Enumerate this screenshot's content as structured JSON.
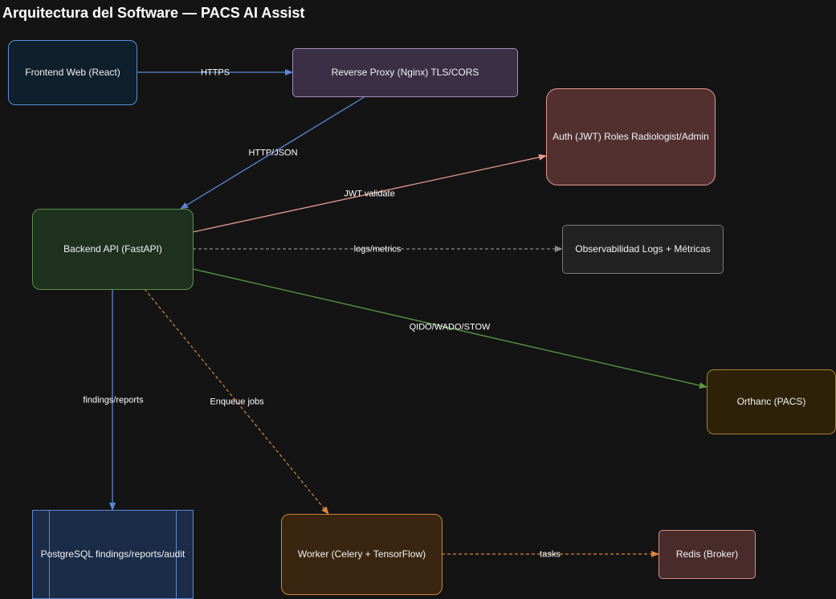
{
  "title": "Arquitectura del Software — PACS AI Assist",
  "nodes": {
    "frontend": "Frontend Web (React)",
    "proxy": "Reverse Proxy (Nginx) TLS/CORS",
    "auth": "Auth (JWT) Roles Radiologist/Admin",
    "backend": "Backend API (FastAPI)",
    "observability": "Observabilidad Logs + Métricas",
    "orthanc": "Orthanc (PACS)",
    "postgres": "PostgreSQL findings/reports/audit",
    "worker": "Worker (Celery + TensorFlow)",
    "redis": "Redis (Broker)"
  },
  "edges": {
    "https": "HTTPS",
    "http_json": "HTTP/JSON",
    "jwt_validate": "JWT validate",
    "logs_metrics": "logs/metrics",
    "qido": "QIDO/WADO/STOW",
    "findings": "findings/reports",
    "enqueue": "Enqueue jobs",
    "tasks": "tasks"
  },
  "colors": {
    "blue": "#5b86d6",
    "pink": "#e79a92",
    "gray": "#8a8a8a",
    "green": "#5c9a45",
    "orange": "#d9883d"
  }
}
